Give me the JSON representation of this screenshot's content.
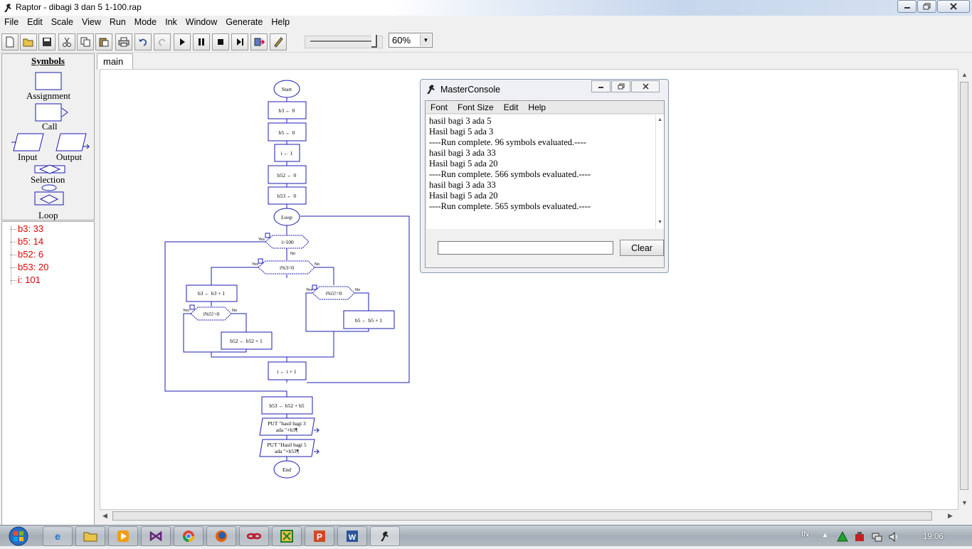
{
  "window": {
    "title": "Raptor - dibagi 3 dan 5 1-100.rap"
  },
  "menu": [
    "File",
    "Edit",
    "Scale",
    "View",
    "Run",
    "Mode",
    "Ink",
    "Window",
    "Generate",
    "Help"
  ],
  "toolbar": {
    "zoom": "60%"
  },
  "symbols": {
    "title": "Symbols",
    "assignment": "Assignment",
    "call": "Call",
    "input": "Input",
    "output": "Output",
    "selection": "Selection",
    "loop": "Loop"
  },
  "variables": [
    "b3: 33",
    "b5: 14",
    "b52: 6",
    "b53: 20",
    "i: 101"
  ],
  "tab": {
    "main": "main"
  },
  "flowchart": {
    "start": "Start",
    "b3_init": "b3 ← 0",
    "b5_init": "b5 ← 0",
    "i_init": "i ← 1",
    "b52_init": "b52 ← 0",
    "b53_init": "b53 ← 0",
    "loop": "Loop",
    "cond_loop": "i>100",
    "cond_mod3": "i%3=0",
    "cond_mod5_right": "i%5!=0",
    "cond_mod5_left": "i%5!=0",
    "b3_inc": "b3 ← b3 + 1",
    "b5_inc": "b5 ← b5 + 1",
    "b52_inc": "b52 ← b52 + 1",
    "i_inc": "i ← i + 1",
    "b53_calc": "b53 ← b52 + b5",
    "put1_line1": "PUT \"hasil bagi 3",
    "put1_line2": "ada \"+b3¶",
    "put2_line1": "PUT \"Hasil bagi 5",
    "put2_line2": "ada \"+b53¶",
    "end": "End",
    "yes": "Yes",
    "no": "No"
  },
  "console": {
    "title": "MasterConsole",
    "menu": [
      "Font",
      "Font Size",
      "Edit",
      "Help"
    ],
    "output": [
      "hasil bagi 3 ada 5",
      "Hasil bagi 5 ada 3",
      "----Run complete.  96 symbols evaluated.----",
      "hasil bagi 3 ada 33",
      "Hasil bagi 5 ada 20",
      "----Run complete.  566 symbols evaluated.----",
      "hasil bagi 3 ada 33",
      "Hasil bagi 5 ada 20",
      "----Run complete.  565 symbols evaluated.----"
    ],
    "input_value": "",
    "clear": "Clear"
  },
  "taskbar": {
    "lang": "IN",
    "clock": "19:06",
    "apps": [
      "internet-explorer-icon",
      "file-explorer-icon",
      "media-player-icon",
      "visual-studio-icon",
      "chrome-icon",
      "firefox-icon",
      "link-app-icon",
      "excel-icon",
      "powerpoint-icon",
      "word-icon",
      "raptor-icon"
    ]
  },
  "colors": {
    "flow_blue": "#1c1cb4",
    "var_red": "#e00000"
  }
}
